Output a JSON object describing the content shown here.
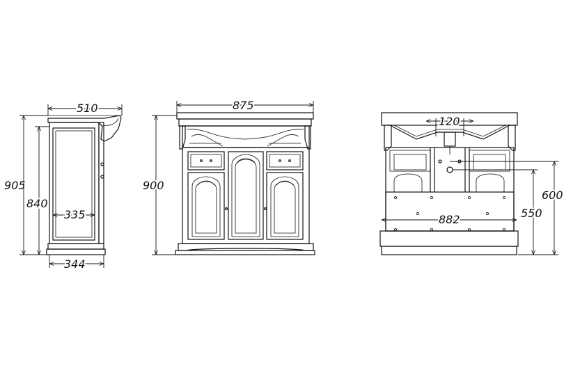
{
  "views": {
    "side": {
      "top_width": "510",
      "total_height": "905",
      "body_height": "840",
      "inner_width": "335",
      "base_width": "344"
    },
    "front": {
      "top_width": "875",
      "height": "900"
    },
    "back": {
      "pipe_spacing": "120",
      "width": "882",
      "outlet_height_upper": "600",
      "outlet_height_lower": "550"
    }
  }
}
